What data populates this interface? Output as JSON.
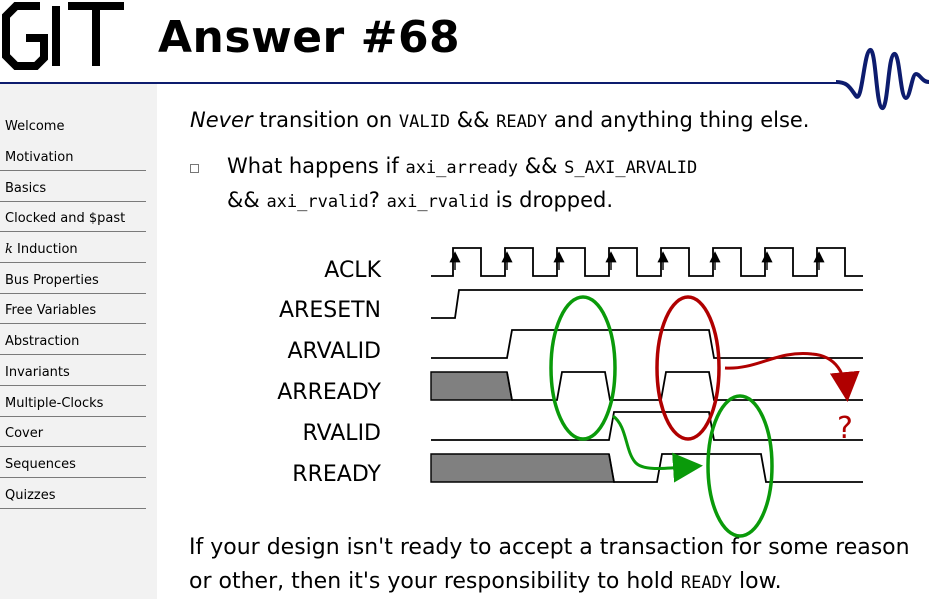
{
  "slide": {
    "title": "Answer #68"
  },
  "sidebar": {
    "items": [
      "Welcome",
      "Motivation",
      "Basics",
      "Clocked and $past",
      "k Induction",
      "Bus Properties",
      "Free Variables",
      "Abstraction",
      "Invariants",
      "Multiple-Clocks",
      "Cover",
      "Sequences",
      "Quizzes"
    ]
  },
  "intro": {
    "emph": "Never",
    "t1": " transition on ",
    "code1": "VALID",
    "t2": " && ",
    "code2": "READY",
    "t3": " and anything thing else."
  },
  "bullet": {
    "t1": "What happens if ",
    "code1": "axi_arready",
    "t2": " && ",
    "code2": "S_AXI_ARVALID",
    "t3": "&& ",
    "code3": "axi_rvalid",
    "t4": "? ",
    "code4": "axi_rvalid",
    "t5": " is dropped."
  },
  "conclusion": {
    "line1": "If your design isn't ready to accept a transaction for some reason",
    "line2_a": "or other, then it's your responsibility to hold ",
    "line2_code": "READY",
    "line2_b": " low."
  },
  "timing": {
    "signals": [
      "ACLK",
      "ARESETN",
      "ARVALID",
      "ARREADY",
      "RVALID",
      "RREADY"
    ],
    "marker": "?",
    "colors": {
      "ok": "#0a9a0a",
      "bad": "#b00000",
      "busy": "#808080"
    }
  }
}
